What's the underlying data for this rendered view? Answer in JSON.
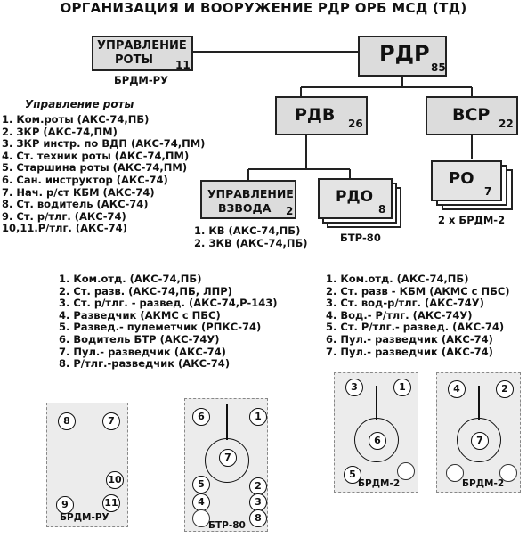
{
  "title": "ОРГАНИЗАЦИЯ И ВООРУЖЕНИЕ РДР ОРБ МСД (ТД)",
  "units": {
    "company_hq": {
      "label_line1": "УПРАВЛЕНИЕ",
      "label_line2": "РОТЫ",
      "count": "11",
      "vehicle": "БРДМ-РУ"
    },
    "rdr": {
      "label": "РДР",
      "count": "85"
    },
    "rdv": {
      "label": "РДВ",
      "count": "26"
    },
    "vsr": {
      "label": "ВСР",
      "count": "22"
    },
    "platoon_hq": {
      "label_line1": "УПРАВЛЕНИЕ",
      "label_line2": "ВЗВОДА",
      "count": "2"
    },
    "rdo": {
      "label": "РДО",
      "count": "8",
      "vehicle": "БТР-80"
    },
    "ro": {
      "label": "РО",
      "count": "7",
      "vehicle": "2 х БРДМ-2"
    }
  },
  "company_hq_list": {
    "heading": "Управление роты",
    "items": [
      "1. Ком.роты (АКС-74,ПБ)",
      "2. ЗКР (АКС-74,ПМ)",
      "3. ЗКР инстр. по ВДП (АКС-74,ПМ)",
      "4. Ст. техник роты (АКС-74,ПМ)",
      "5. Старшина роты (АКС-74,ПМ)",
      "6. Сан. инструктор (АКС-74)",
      "7. Нач. р/ст КБМ (АКС-74)",
      "8. Ст. водитель (АКС-74)",
      "9. Ст. р/тлг. (АКС-74)",
      "10,11.Р/тлг. (АКС-74)"
    ]
  },
  "platoon_hq_list": {
    "items": [
      "1. КВ (АКС-74,ПБ)",
      "2. ЗКВ (АКС-74,ПБ)"
    ]
  },
  "rdo_list": {
    "items": [
      "1. Ком.отд. (АКС-74,ПБ)",
      "2. Ст. разв. (АКС-74,ПБ, ЛПР)",
      "3. Ст. р/тлг. - развед. (АКС-74,Р-143)",
      "4. Разведчик (АКМС с ПБС)",
      "5. Развед.- пулеметчик (РПКС-74)",
      "6. Водитель БТР (АКС-74У)",
      "7. Пул.- разведчик (АКС-74)",
      "8. Р/тлг.-разведчик (АКС-74)"
    ]
  },
  "ro_list": {
    "items": [
      "1. Ком.отд. (АКС-74,ПБ)",
      "2. Ст. разв - КБМ (АКМС с ПБС)",
      "3. Ст. вод-р/тлг. (АКС-74У)",
      "4. Вод.- Р/тлг. (АКС-74У)",
      "5. Ст. Р/тлг.- развед. (АКС-74)",
      "6. Пул.- разведчик (АКС-74)",
      "7. Пул.- разведчик (АКС-74)"
    ]
  },
  "vehicles": {
    "brdm_ru": {
      "caption": "БРДМ-РУ",
      "seats": [
        "8",
        "7",
        "10",
        "9",
        "11"
      ]
    },
    "btr80": {
      "caption": "БТР-80",
      "seats": [
        "6",
        "1",
        "7",
        "5",
        "2",
        "4",
        "3",
        "8"
      ]
    },
    "brdm2_a": {
      "caption": "БРДМ-2",
      "seats": [
        "3",
        "1",
        "6",
        "5"
      ]
    },
    "brdm2_b": {
      "caption": "БРДМ-2",
      "seats": [
        "4",
        "2",
        "7"
      ]
    }
  }
}
